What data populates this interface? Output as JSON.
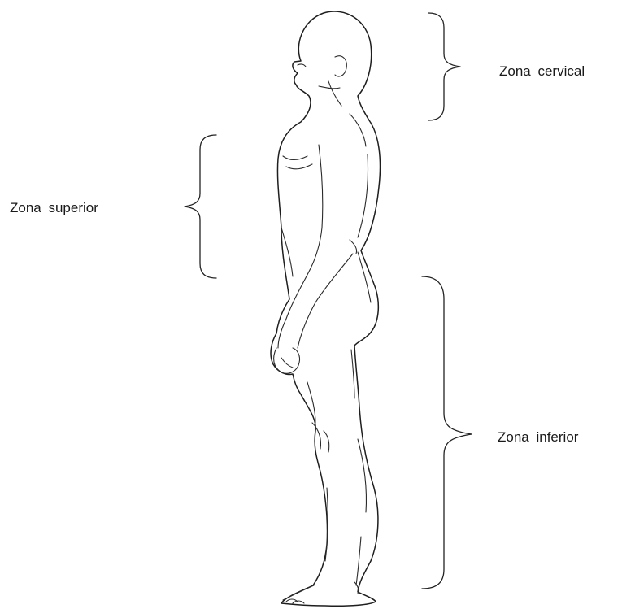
{
  "figure": {
    "subject": "human-figure-side-view",
    "line_color": "#1e1e1e",
    "background": "#ffffff"
  },
  "zones": {
    "cervical": {
      "label": "Zona cervical"
    },
    "superior": {
      "label": "Zona superior"
    },
    "inferior": {
      "label": "Zona inferior"
    }
  }
}
